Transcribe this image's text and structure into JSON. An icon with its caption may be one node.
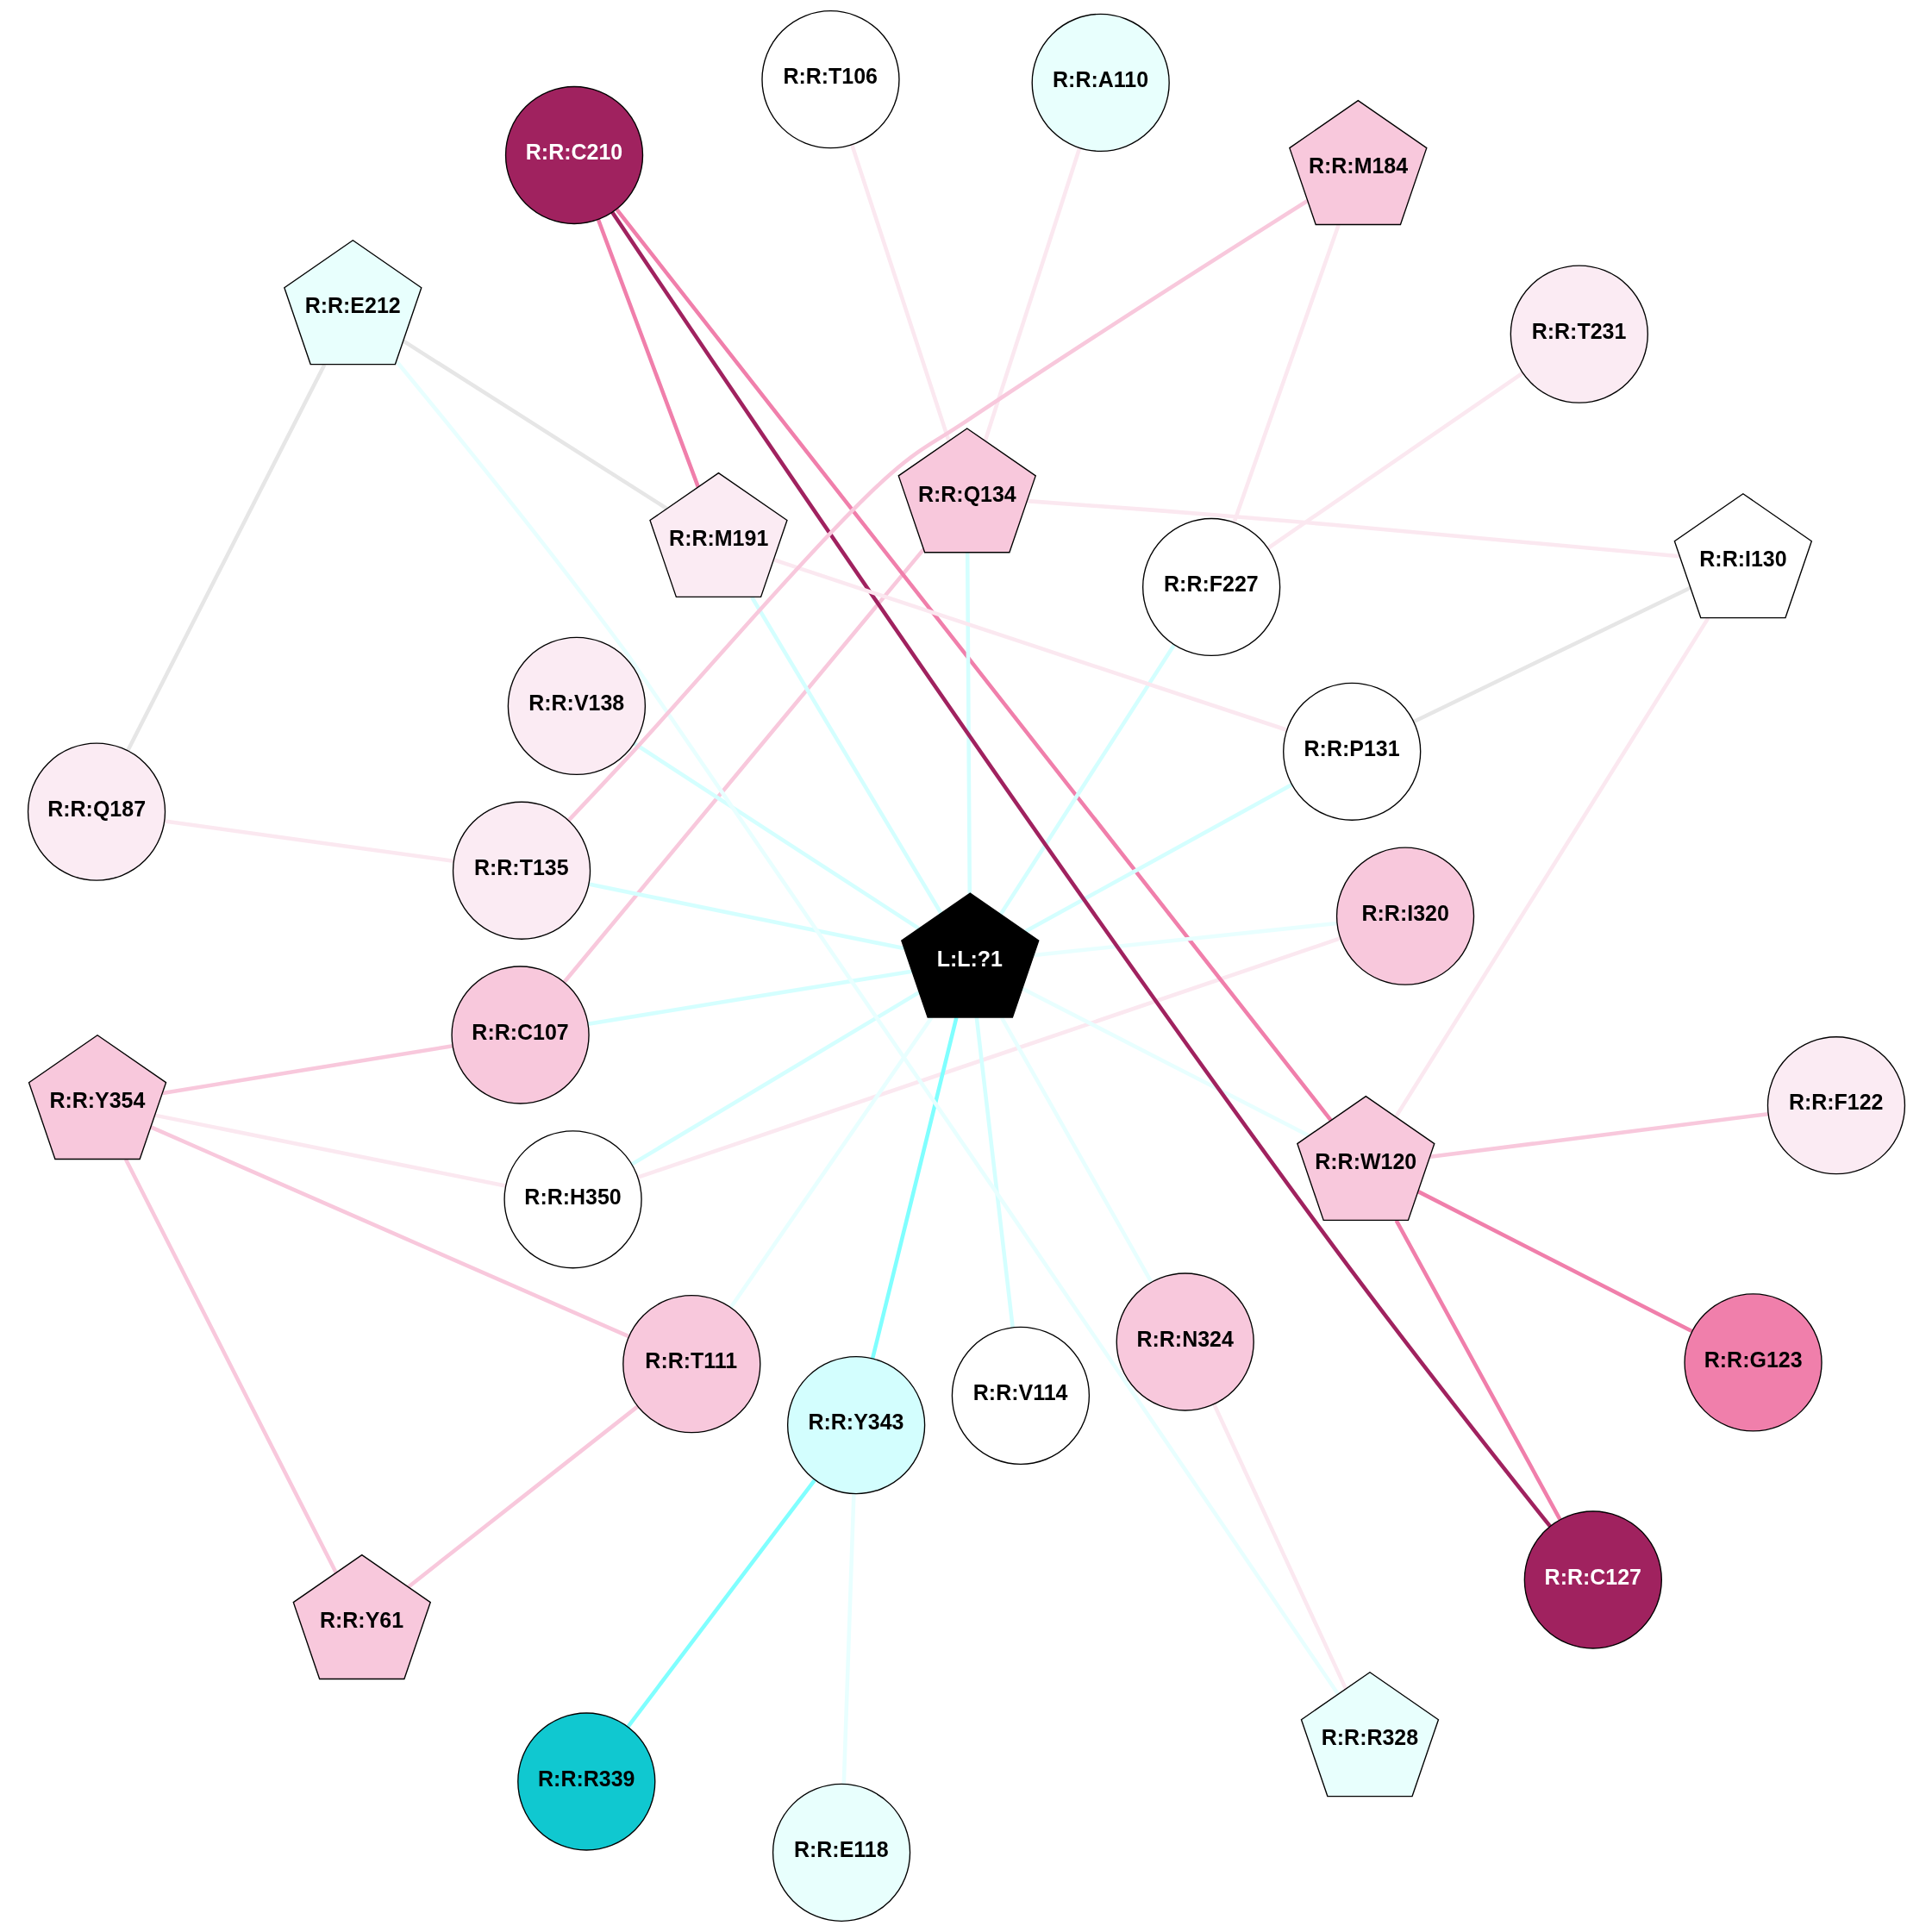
{
  "diagram": {
    "nodes": [
      {
        "text": [
          "R:R:Y61"
        ]
      },
      {
        "text": [
          "R:R:G123"
        ]
      },
      {
        "text": [
          "R:R:Y354"
        ]
      },
      {
        "text": [
          "R:R:A110"
        ]
      },
      {
        "text": [
          "R:R:E118"
        ]
      },
      {
        "text": [
          "R:R:C107"
        ]
      },
      {
        "text": [
          "R:R:H350"
        ]
      },
      {
        "text": [
          "R:R:T111"
        ]
      },
      {
        "text": [
          "R:R:T106"
        ]
      },
      {
        "text": [
          "R:R:Y343"
        ]
      },
      {
        "text": [
          "R:R:V114"
        ]
      },
      {
        "text": [
          "R:R:F122"
        ]
      },
      {
        "text": [
          "R:R:N324"
        ]
      },
      {
        "text": [
          "R:R:W120"
        ]
      },
      {
        "text": [
          "R:R:R339"
        ]
      },
      {
        "text": [
          "L:L:?1"
        ]
      },
      {
        "text": [
          "R:R:C127"
        ]
      },
      {
        "text": [
          "R:R:I320"
        ]
      },
      {
        "text": [
          "R:R:P131"
        ]
      },
      {
        "text": [
          "R:R:R328"
        ]
      },
      {
        "text": [
          "R:R:F227"
        ]
      },
      {
        "text": [
          "R:R:Q134"
        ]
      },
      {
        "text": [
          "R:R:I130"
        ]
      },
      {
        "text": [
          "R:R:M191"
        ]
      },
      {
        "text": [
          "R:R:V138"
        ]
      },
      {
        "text": [
          "R:R:T135"
        ]
      },
      {
        "text": [
          "R:R:T231"
        ]
      },
      {
        "text": [
          "R:R:C210"
        ]
      },
      {
        "text": [
          "R:R:E212"
        ]
      },
      {
        "text": [
          "R:R:M184"
        ]
      },
      {
        "text": [
          "R:R:Q187"
        ]
      }
    ],
    "edges": [
      {
        "from": 0,
        "to": 2,
        "arrow": "none",
        "color": "#f8c8dc"
      },
      {
        "from": 0,
        "to": 7,
        "arrow": "none",
        "color": "#f8c8dc"
      },
      {
        "from": 1,
        "to": 13,
        "arrow": "none",
        "color": "#f07fab"
      },
      {
        "from": 2,
        "to": 5,
        "arrow": "none",
        "color": "#f8c8dc"
      },
      {
        "from": 2,
        "to": 6,
        "arrow": "none"
      },
      {
        "from": 2,
        "to": 7,
        "arrow": "none",
        "color": "#f8c8dc"
      },
      {
        "from": 3,
        "to": 21,
        "arrow": "none"
      },
      {
        "from": 4,
        "to": 9,
        "arrow": "none",
        "color": "#e8ffff"
      },
      {
        "from": 5,
        "to": 15,
        "arrow": "none",
        "color": "#d4ffff"
      },
      {
        "from": 5,
        "to": 21,
        "arrow": "none",
        "color": "#f8c8dc"
      },
      {
        "from": 6,
        "to": 15,
        "arrow": "none",
        "color": "#d4ffff"
      },
      {
        "from": 6,
        "to": 17,
        "arrow": "none"
      },
      {
        "from": 7,
        "to": 15,
        "arrow": "none",
        "color": "#e8ffff"
      },
      {
        "from": 8,
        "to": 21,
        "arrow": "none"
      },
      {
        "from": 9,
        "to": 14,
        "arrow": "none",
        "color": "#80ffff"
      },
      {
        "from": 9,
        "to": 15,
        "arrow": "none",
        "color": "#80ffff"
      },
      {
        "from": 10,
        "to": 15,
        "arrow": "none",
        "color": "#d4ffff"
      },
      {
        "from": 11,
        "to": 13,
        "arrow": "none",
        "color": "#f8c8dc"
      },
      {
        "from": 12,
        "to": 15,
        "arrow": "none",
        "color": "#e8ffff"
      },
      {
        "from": 12,
        "to": 19,
        "arrow": "none"
      },
      {
        "from": 13,
        "to": 16,
        "arrow": "none",
        "color": "#f07fab"
      },
      {
        "from": 13,
        "to": 15,
        "arrow": "none",
        "color": "#e8ffff"
      },
      {
        "from": 13,
        "to": 22,
        "arrow": "none"
      },
      {
        "from": 13,
        "to": 27,
        "arrow": "none",
        "color": "#f07fab"
      },
      {
        "from": 15,
        "to": 17,
        "arrow": "none",
        "color": "#e8ffff"
      },
      {
        "from": 15,
        "to": 18,
        "arrow": "none",
        "color": "#d4ffff"
      },
      {
        "from": 15,
        "to": 20,
        "arrow": "none",
        "color": "#d4ffff"
      },
      {
        "from": 15,
        "to": 21,
        "arrow": "none",
        "color": "#d4ffff"
      },
      {
        "from": 15,
        "to": 23,
        "arrow": "none",
        "color": "#d4ffff"
      },
      {
        "from": 15,
        "to": 24,
        "arrow": "none",
        "color": "#d4ffff"
      },
      {
        "from": 15,
        "to": 25,
        "arrow": "none",
        "color": "#d4ffff"
      },
      {
        "from": 16,
        "to": 27,
        "arrow": "none",
        "color": "#a0225f"
      },
      {
        "from": 18,
        "to": 22,
        "arrow": "none",
        "color": "#e6e6e6"
      },
      {
        "from": 18,
        "to": 23,
        "arrow": "none"
      },
      {
        "from": 19,
        "to": 28,
        "arrow": "none",
        "color": "#e8ffff"
      },
      {
        "from": 20,
        "to": 26,
        "arrow": "none"
      },
      {
        "from": 20,
        "to": 29,
        "arrow": "none"
      },
      {
        "from": 21,
        "to": 22,
        "arrow": "none"
      },
      {
        "from": 23,
        "to": 27,
        "arrow": "none",
        "color": "#f07fab"
      },
      {
        "from": 23,
        "to": 28,
        "arrow": "none",
        "color": "#e6e6e6"
      },
      {
        "from": 25,
        "to": 30,
        "arrow": "none"
      },
      {
        "from": 25,
        "to": 29,
        "arrow": "none",
        "color": "#f8c8dc"
      },
      {
        "from": 28,
        "to": 30,
        "arrow": "none",
        "color": "#e6e6e6"
      }
    ]
  }
}
